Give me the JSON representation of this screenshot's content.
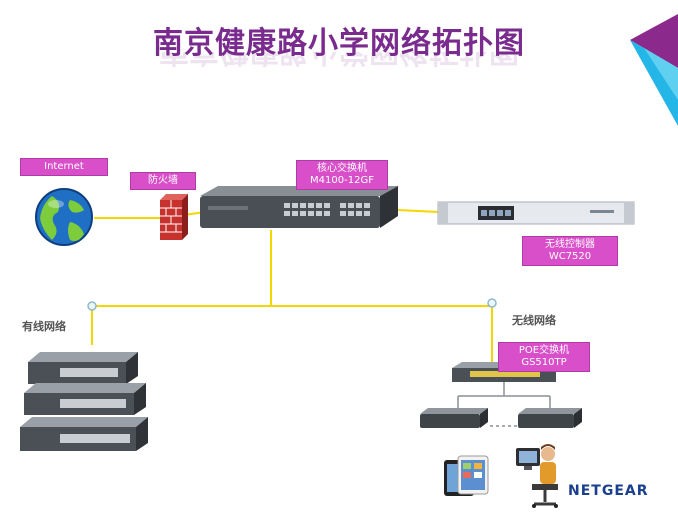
{
  "title": "南京健康路小学网络拓扑图",
  "labels": {
    "internet": "Internet",
    "firewall": "防火墙",
    "core_switch_line1": "核心交换机",
    "core_switch_line2": "M4100-12GF",
    "wireless_controller_line1": "无线控制器",
    "wireless_controller_line2": "WC7520",
    "wired_network": "有线网络",
    "wireless_network": "无线网络",
    "poe_switch_line1": "POE交换机",
    "poe_switch_line2": "GS510TP"
  },
  "brand": "NETGEAR",
  "colors": {
    "title": "#7a2b8e",
    "label_bg": "#d84fc9",
    "link_line": "#f2d700",
    "corner_accent": "#8b2a8c",
    "corner_cyan": "#24b6e6"
  }
}
